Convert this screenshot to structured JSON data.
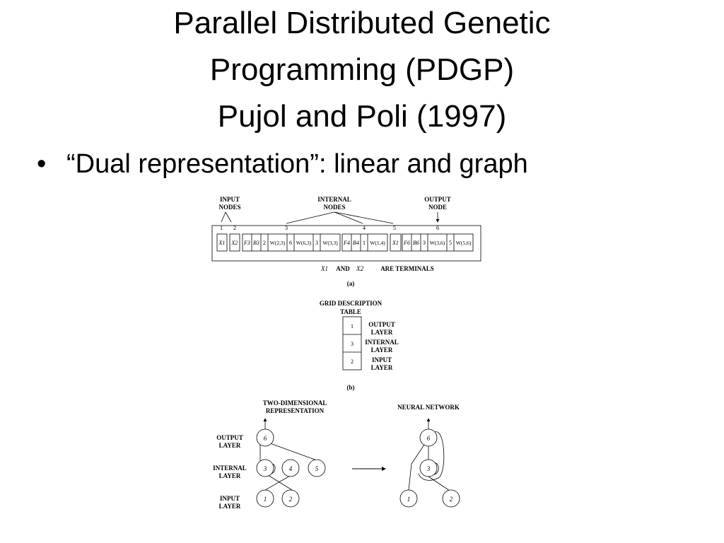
{
  "slide": {
    "title_lines": [
      "Parallel Distributed Genetic",
      "Programming (PDGP)",
      "Pujol and Poli (1997)"
    ],
    "bullet_symbol": "•",
    "bullet_text": "“Dual representation”: linear and graph"
  },
  "figure_a": {
    "label_input_1": "INPUT",
    "label_input_2": "NODES",
    "label_internal_1": "INTERNAL",
    "label_internal_2": "NODES",
    "label_output_1": "OUTPUT",
    "label_output_2": "NODE",
    "positions": [
      "1",
      "2",
      "3",
      "4",
      "5",
      "6"
    ],
    "cells": [
      "X1",
      "X2",
      "F3",
      "B3",
      "2",
      "W(2,3)",
      "6",
      "W(6,3)",
      "3",
      "W(3,3)",
      "F4",
      "B4",
      "1",
      "W(1,4)",
      "X1",
      "F6",
      "B6",
      "3",
      "W(3,6)",
      "5",
      "W(5,6)"
    ],
    "caption_x1": "X1",
    "caption_and": "AND",
    "caption_x2": "X2",
    "caption_rest": "ARE TERMINALS",
    "sublabel": "(a)"
  },
  "figure_b": {
    "title_1": "GRID DESCRIPTION",
    "title_2": "TABLE",
    "rows": [
      {
        "value": "1",
        "label_1": "OUTPUT",
        "label_2": "LAYER"
      },
      {
        "value": "3",
        "label_1": "INTERNAL",
        "label_2": "LAYER"
      },
      {
        "value": "2",
        "label_1": "INPUT",
        "label_2": "LAYER"
      }
    ],
    "sublabel": "(b)"
  },
  "figure_c": {
    "left_title_1": "TWO-DIMENSIONAL",
    "left_title_2": "REPRESENTATION",
    "right_title": "NEURAL NETWORK",
    "layer_output_1": "OUTPUT",
    "layer_output_2": "LAYER",
    "layer_internal_1": "INTERNAL",
    "layer_internal_2": "LAYER",
    "layer_input_1": "INPUT",
    "layer_input_2": "LAYER",
    "left_nodes": [
      "6",
      "3",
      "4",
      "5",
      "1",
      "2"
    ],
    "right_nodes": [
      "6",
      "3",
      "1",
      "2"
    ]
  }
}
